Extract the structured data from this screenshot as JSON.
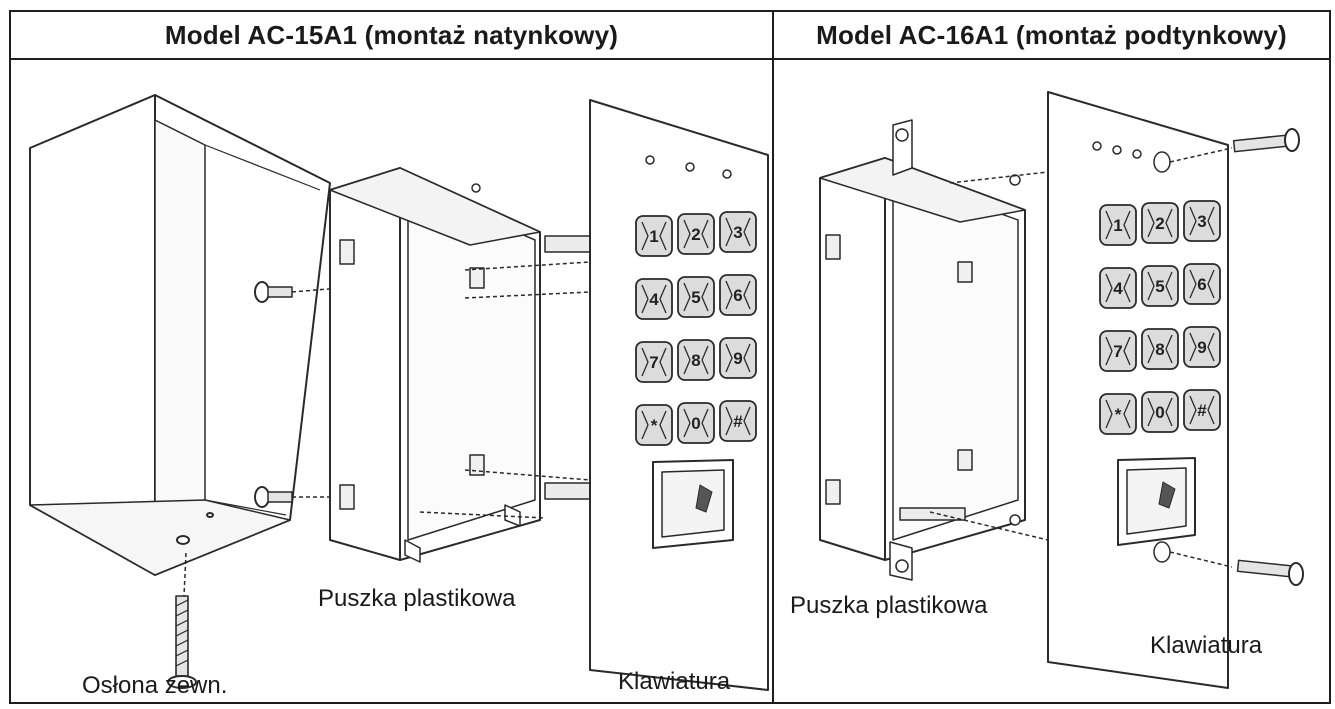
{
  "panels": [
    {
      "title": "Model AC-15A1 (montaż natynkowy)"
    },
    {
      "title": "Model AC-16A1 (montaż podtynkowy)"
    }
  ],
  "labels": {
    "left_cover": "Osłona zewn.",
    "left_box": "Puszka plastikowa",
    "left_keypad": "Klawiatura",
    "right_box": "Puszka plastikowa",
    "right_keypad": "Klawiatura"
  },
  "keypad": {
    "keys": [
      "1",
      "2",
      "3",
      "4",
      "5",
      "6",
      "7",
      "8",
      "9",
      "*",
      "0",
      "#"
    ]
  }
}
